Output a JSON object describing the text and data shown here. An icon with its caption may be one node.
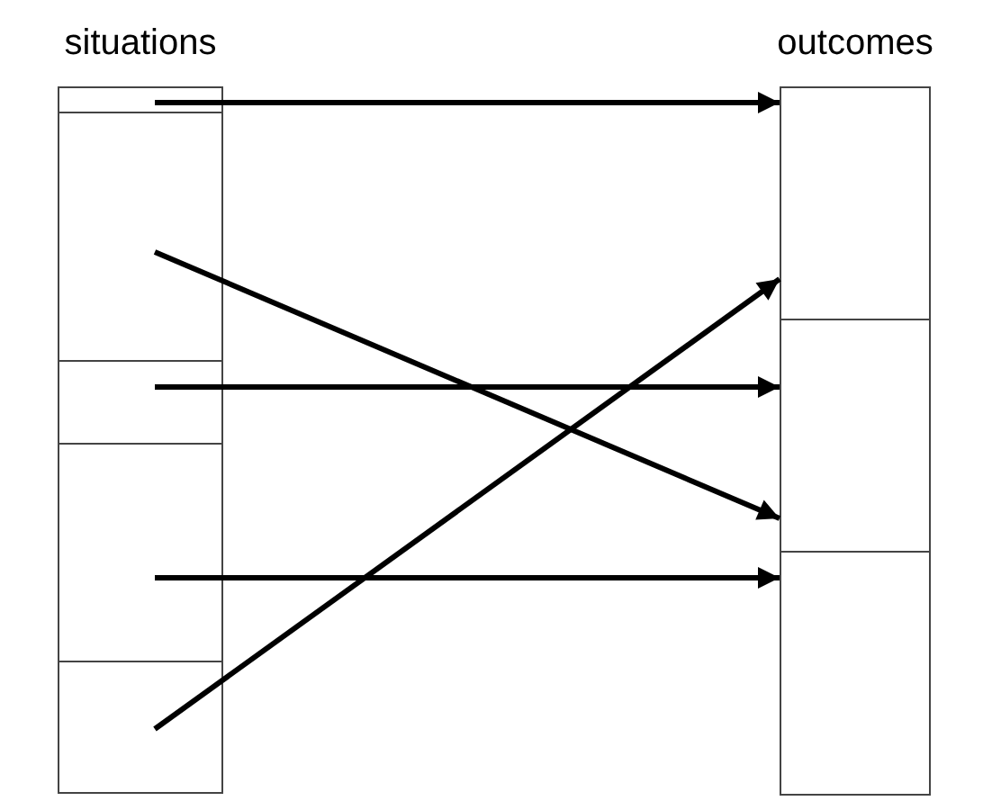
{
  "diagram": {
    "nodes": [
      {
        "text": [
          "situations"
        ]
      },
      {
        "text": [],
        "shape": "box",
        "in": 0
      },
      {
        "text": [],
        "shape": "box",
        "in": 0
      },
      {
        "text": [],
        "shape": "box",
        "in": 0
      },
      {
        "text": [],
        "shape": "box",
        "in": 0
      },
      {
        "text": [],
        "shape": "box",
        "in": 0
      },
      {
        "text": [
          "outcomes"
        ]
      },
      {
        "text": [],
        "shape": "box",
        "in": 6
      },
      {
        "text": [],
        "shape": "box",
        "in": 6
      },
      {
        "text": [],
        "shape": "box",
        "in": 6
      }
    ],
    "edges": [
      {
        "from": 1,
        "to": 7,
        "arrow": "to"
      },
      {
        "from": 2,
        "to": 8,
        "arrow": "to"
      },
      {
        "from": 3,
        "to": 8,
        "arrow": "to"
      },
      {
        "from": 4,
        "to": 9,
        "arrow": "to"
      },
      {
        "from": 5,
        "to": 7,
        "arrow": "to"
      }
    ]
  }
}
